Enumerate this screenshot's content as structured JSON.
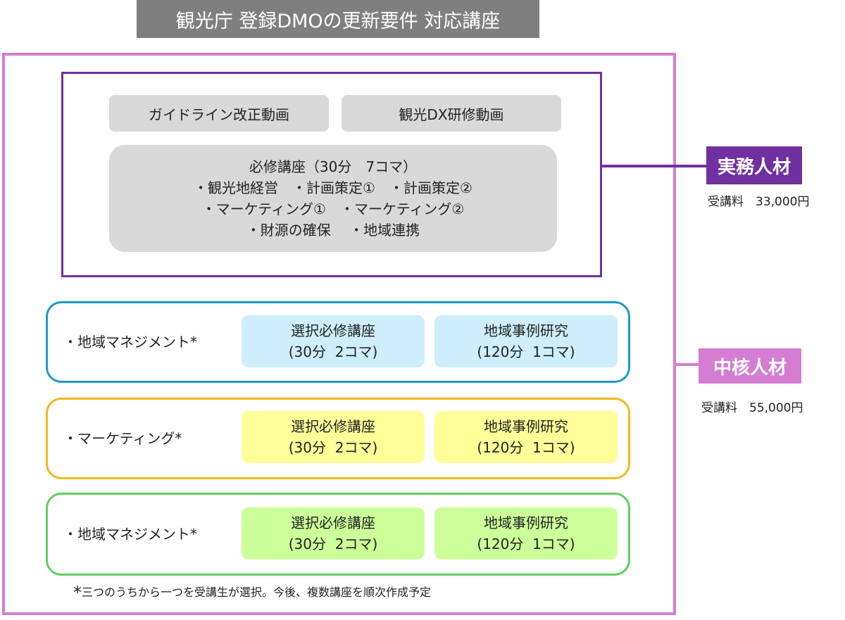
{
  "header": {
    "title": "観光庁 登録DMOの更新要件 対応講座"
  },
  "practical_group": {
    "videos": [
      "ガイドライン改正動画",
      "観光DX研修動画"
    ],
    "required": {
      "heading": "必修講座（30分　7コマ）",
      "lines": [
        "・観光地経営　・計画策定①　・計画策定②",
        "・マーケティング①　・マーケティング②",
        "・財源の確保　 ・地域連携"
      ]
    },
    "tag": {
      "label": "実務人材",
      "color": "#7030a0"
    },
    "fee": "受講料　33,000円"
  },
  "core_group": {
    "tag": {
      "label": "中核人材",
      "color": "#d47dd2"
    },
    "fee": "受講料　55,000円",
    "tracks": [
      {
        "label": "・地域マネジメント*",
        "border_color": "#1f9bc4",
        "fill_color": "#cdeefa",
        "boxes": [
          {
            "line1": "選択必修講座",
            "line2": "(30分  2コマ)"
          },
          {
            "line1": "地域事例研究",
            "line2": "(120分  1コマ)"
          }
        ]
      },
      {
        "label": "・マーケティング*",
        "border_color": "#f2b91f",
        "fill_color": "#ffff99",
        "boxes": [
          {
            "line1": "選択必修講座",
            "line2": "(30分  2コマ)"
          },
          {
            "line1": "地域事例研究",
            "line2": "(120分  1コマ)"
          }
        ]
      },
      {
        "label": "・地域マネジメント*",
        "border_color": "#5fcf5f",
        "fill_color": "#ccff99",
        "boxes": [
          {
            "line1": "選択必修講座",
            "line2": "(30分  2コマ)"
          },
          {
            "line1": "地域事例研究",
            "line2": "(120分  1コマ)"
          }
        ]
      }
    ]
  },
  "footnote": {
    "mark": "*",
    "text": "三つのうちから一つを受講生が選択。今後、複数講座を順次作成予定"
  }
}
